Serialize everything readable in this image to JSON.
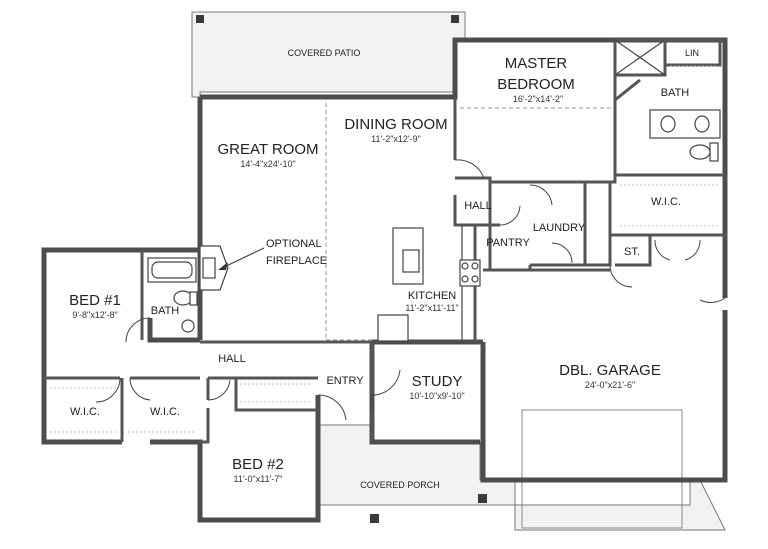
{
  "rooms": {
    "covered_patio": {
      "label": "COVERED PATIO"
    },
    "master_bedroom": {
      "label_line1": "MASTER",
      "label_line2": "BEDROOM",
      "dims": "16'-2\"x14'-2\""
    },
    "lin": {
      "label": "LIN"
    },
    "master_bath": {
      "label": "BATH"
    },
    "great_room": {
      "label": "GREAT ROOM",
      "dims": "14'-4\"x24'-10\""
    },
    "dining_room": {
      "label": "DINING ROOM",
      "dims": "11'-2\"x12'-9\""
    },
    "hall_upper": {
      "label": "HALL"
    },
    "wic_master": {
      "label": "W.I.C."
    },
    "pantry": {
      "label": "PANTRY"
    },
    "laundry": {
      "label": "LAUNDRY"
    },
    "storage": {
      "label": "ST."
    },
    "optional_fireplace": {
      "label_line1": "OPTIONAL",
      "label_line2": "FIREPLACE"
    },
    "bed1": {
      "label": "BED #1",
      "dims": "9'-8\"x12'-8\""
    },
    "bath2": {
      "label": "BATH"
    },
    "kitchen": {
      "label": "KITCHEN",
      "dims": "11'-2\"x11'-11\""
    },
    "hall_lower": {
      "label": "HALL"
    },
    "dbl_garage": {
      "label": "DBL. GARAGE",
      "dims": "24'-0\"x21'-6\""
    },
    "study": {
      "label": "STUDY",
      "dims": "10'-10\"x9'-10\""
    },
    "entry": {
      "label": "ENTRY"
    },
    "wic_bed1": {
      "label": "W.I.C."
    },
    "wic_bed2": {
      "label": "W.I.C."
    },
    "bed2": {
      "label": "BED #2",
      "dims": "11'-0\"x11'-7\""
    },
    "covered_porch": {
      "label": "COVERED PORCH"
    }
  }
}
